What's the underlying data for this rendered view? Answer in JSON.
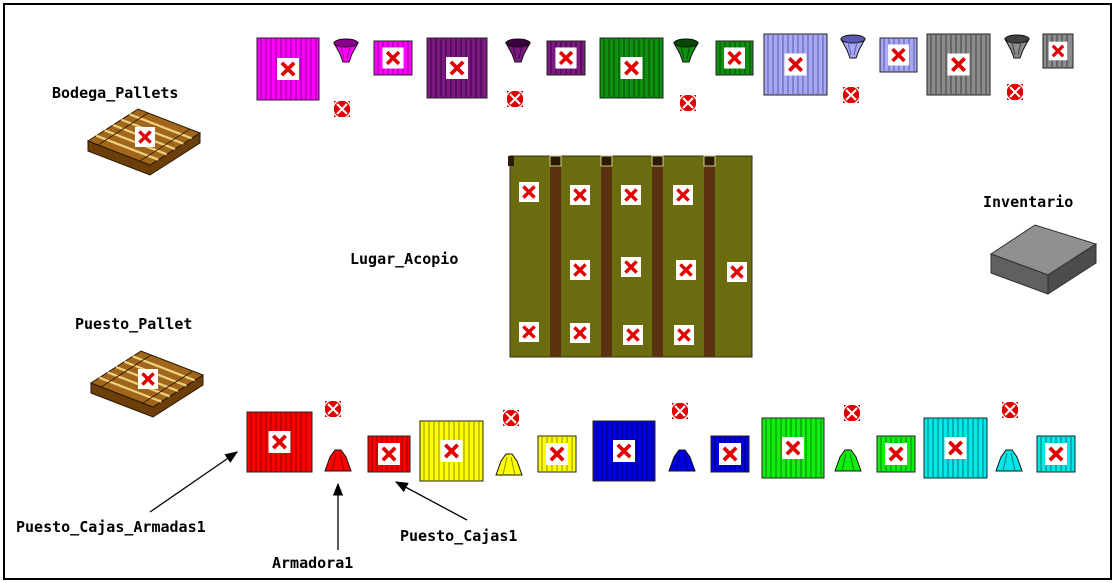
{
  "labels": {
    "bodega_pallets": "Bodega_Pallets",
    "puesto_pallet": "Puesto_Pallet",
    "lugar_acopio": "Lugar_Acopio",
    "inventario": "Inventario",
    "puesto_cajas_armadas1": "Puesto_Cajas_Armadas1",
    "armadora1": "Armadora1",
    "puesto_cajas1": "Puesto_Cajas1"
  },
  "stations": {
    "top": [
      {
        "color": "#ff00ff",
        "dark": "#8a008a"
      },
      {
        "color": "#7b1a80",
        "dark": "#3a0040"
      },
      {
        "color": "#109010",
        "dark": "#064806"
      },
      {
        "color": "#a8a8f4",
        "dark": "#5a5ab0"
      },
      {
        "color": "#8c8c8c",
        "dark": "#404040"
      }
    ],
    "bottom": [
      {
        "color": "#ff0000",
        "dark": "#8a0000"
      },
      {
        "color": "#ffff00",
        "dark": "#909000"
      },
      {
        "color": "#0000e0",
        "dark": "#000070"
      },
      {
        "color": "#10f010",
        "dark": "#088008"
      },
      {
        "color": "#00e8e8",
        "dark": "#007878"
      }
    ]
  },
  "colors": {
    "pallet_wood": "#a0661a",
    "pallet_light": "#f0d080",
    "acopio_fill": "#6b6b10",
    "acopio_divider": "#5a3210",
    "inventory_top": "#909090",
    "inventory_side": "#606060",
    "marker": "#e00000"
  }
}
